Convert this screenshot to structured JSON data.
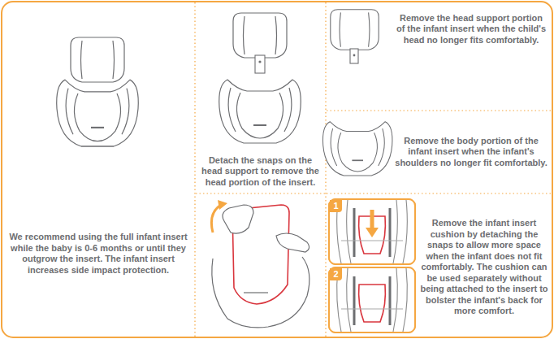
{
  "diagram": {
    "nodes": [
      {
        "text": [
          "We recommend using the full infant insert while the baby is 0-6 months or until they outgrow the insert. The infant insert increases side impact protection."
        ]
      },
      {
        "text": [
          "Detach the snaps on the head support to remove the head portion of the insert."
        ]
      },
      {
        "text": [
          "Remove the head support portion of the infant insert when the child's head no longer fits comfortably."
        ]
      },
      {
        "text": [
          "Remove the body portion of the infant insert when the infant's shoulders no longer fit comfortably."
        ]
      },
      {
        "text": [
          "Remove the infant insert cushion by detaching the snaps to allow more space when the infant does not fit comfortably. The cushion can be used separately without being attached to the insert to bolster the infant's back for more comfort."
        ]
      }
    ],
    "labels": [
      "1",
      "2"
    ]
  }
}
